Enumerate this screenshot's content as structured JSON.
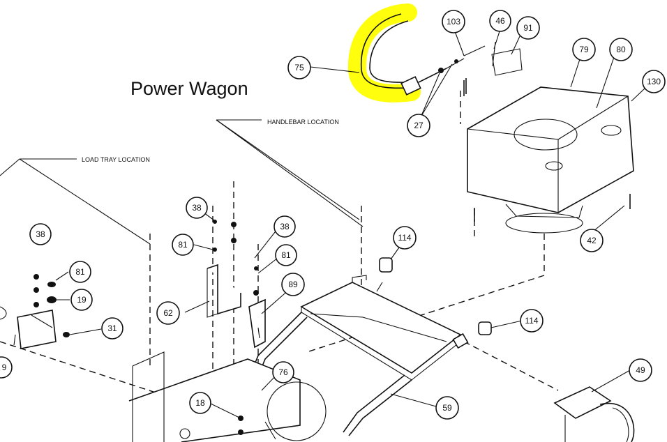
{
  "title": "Power Wagon",
  "labels": {
    "handlebar_location": "HANDLEBAR LOCATION",
    "load_tray_location": "LOAD TRAY LOCATION"
  },
  "callouts": {
    "c75": "75",
    "c103": "103",
    "c46": "46",
    "c91": "91",
    "c79": "79",
    "c80": "80",
    "c130": "130",
    "c27": "27",
    "c42": "42",
    "c114a": "114",
    "c114b": "114",
    "c38a": "38",
    "c38b": "38",
    "c38c": "38",
    "c81a": "81",
    "c81b": "81",
    "c81c": "81",
    "c19": "19",
    "c31": "31",
    "c62": "62",
    "c89": "89",
    "c76": "76",
    "c18": "18",
    "c59": "59",
    "c49": "49",
    "c9": "9"
  },
  "highlight_color": "#ffff00"
}
